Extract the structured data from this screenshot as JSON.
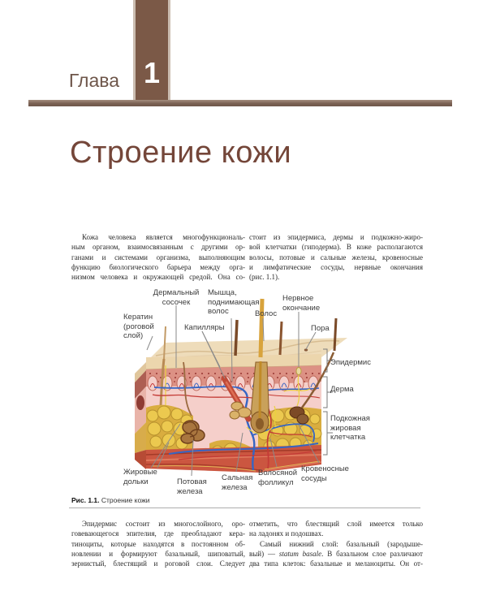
{
  "colors": {
    "accent_brown": "#7b5947",
    "tab_border": "#cbbdb1",
    "title_color": "#744639",
    "rule_color": "#7b6254",
    "label_color": "#3c3c3c"
  },
  "header": {
    "chapter_label": "Глава",
    "chapter_number": "1"
  },
  "title": "Строение кожи",
  "intro": {
    "left": [
      "Кожа человека является многофункциональ-",
      "ным органом, взаимосвязанным с другими ор-",
      "ганами и системами организма, выполняющим",
      "функцию биологического барьера между орга-",
      "низмом человека и окружающей средой. Она со-"
    ],
    "right": [
      "стоит из эпидермиса, дермы и подкожно-жиро-",
      "вой клетчатки (гиподерма). В коже располагаются",
      "волосы, потовые и сальные железы, кровеносные",
      "и лимфатические сосуды, нервные окончания",
      "(рис. 1.1)."
    ]
  },
  "figure": {
    "caption_label": "Рис. 1.1.",
    "caption_text": " Строение кожи",
    "labels": {
      "keratin": "Кератин\n(роговой\nслой)",
      "dermal_papilla": "Дермальный\nсосочек",
      "arrector_muscle": "Мышца,\nподнимающая\nволос",
      "hair": "Волос",
      "nerve_ending": "Нервное\nокончание",
      "capillaries": "Капилляры",
      "pore": "Пора",
      "epidermis": "Эпидермис",
      "dermis": "Дерма",
      "subcutaneous": "Подкожная\nжировая\nклетчатка",
      "fat_lobules": "Жировые\nдольки",
      "sweat_gland": "Потовая\nжелеза",
      "sebaceous_gland": "Сальная\nжелеза",
      "hair_follicle": "Волосяной\nфолликул",
      "blood_vessels": "Кровеносные\nсосуды"
    }
  },
  "body": {
    "left": [
      "Эпидермис состоит из многослойного, оро-",
      "говевающегося эпителия, где преобладают кера-",
      "тиноциты, которые находятся в постоянном об-",
      "новлении и формируют базальный, шиповатый,",
      "зернистый, блестящий и роговой слои. Следует"
    ],
    "right_l1": "отметить, что блестящий слой имеется только",
    "right_l2": "на ладонях и подошвах.",
    "right_l3": "Самый нижний слой: базальный (зародыше-",
    "right_l4a": "вый) — ",
    "right_l4b": "statum basale",
    "right_l4c": ". В базальном слое различают",
    "right_l5": "два типа клеток: базальные и меланоциты. Он от-"
  }
}
